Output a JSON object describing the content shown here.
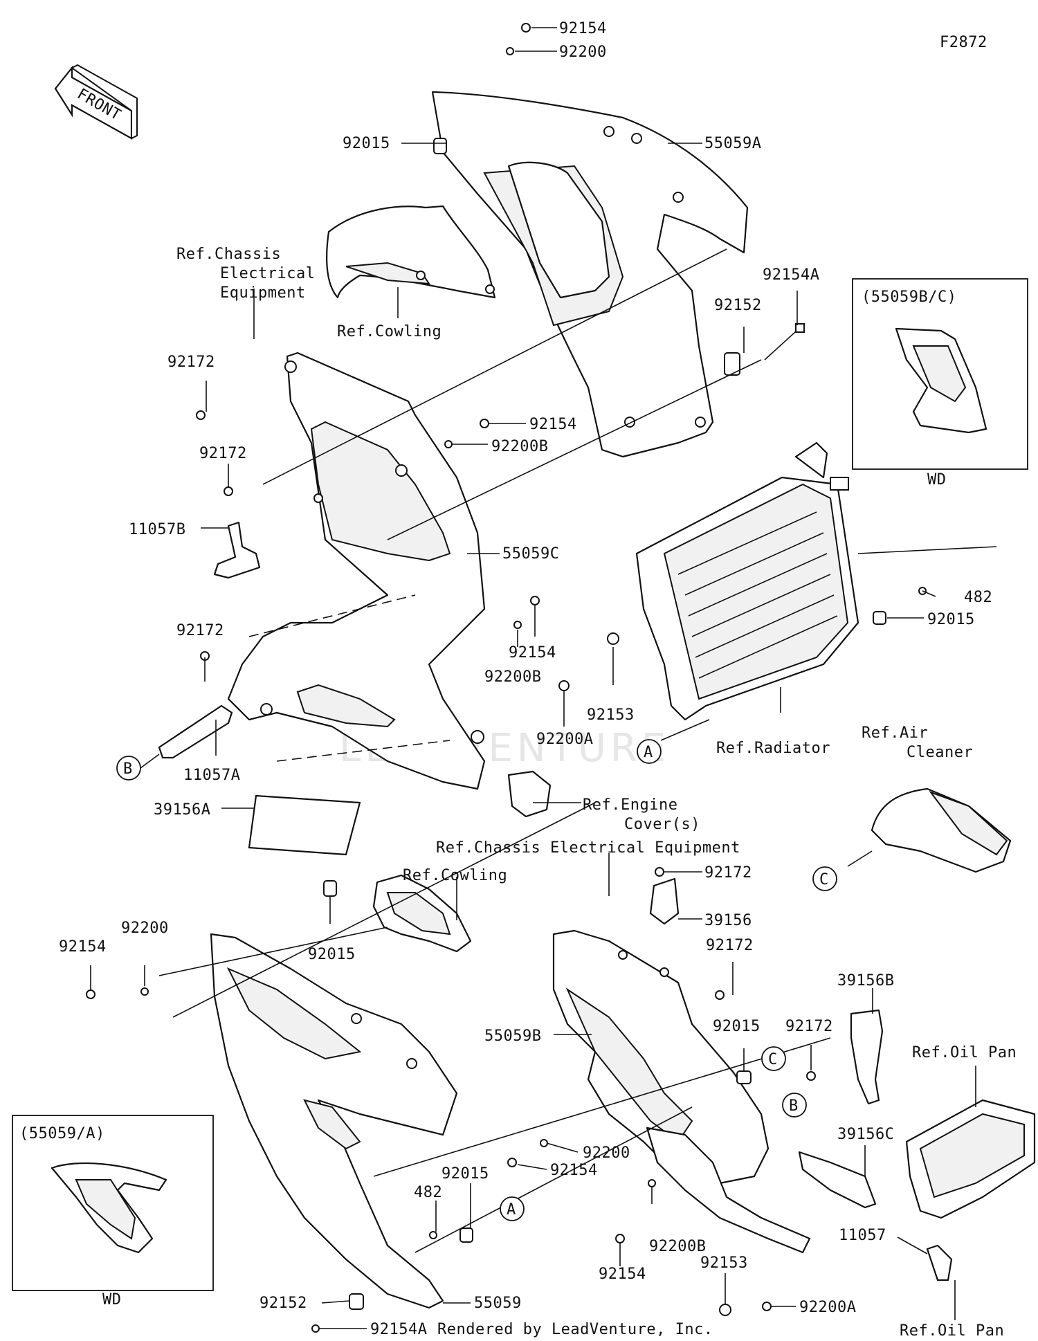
{
  "figure_code": "F2872",
  "front_arrow_text": "FRONT",
  "watermark": "LEADVENTURE",
  "footer": "Rendered by LeadVenture, Inc.",
  "insets": [
    {
      "title": "(55059B/C)",
      "caption": "WD"
    },
    {
      "title": "(55059/A)",
      "caption": "WD"
    }
  ],
  "callouts": [
    "A",
    "B",
    "C"
  ],
  "labels": {
    "p92154_top": "92154",
    "p92200_top": "92200",
    "p92015_top": "92015",
    "p55059A": "55059A",
    "ref_chassis_1": "Ref.Chassis",
    "ref_chassis_2": "Electrical",
    "ref_chassis_3": "Equipment",
    "ref_cowling_top": "Ref.Cowling",
    "p92154A_top": "92154A",
    "p92152_top": "92152",
    "p92172_a": "92172",
    "p92172_b": "92172",
    "p92154_mid": "92154",
    "p92200B_mid": "92200B",
    "p11057B": "11057B",
    "p55059C": "55059C",
    "p482_top": "482",
    "p92015_mid": "92015",
    "p92172_c": "92172",
    "p92154_mid2": "92154",
    "p92200B_mid2": "92200B",
    "p92153_mid": "92153",
    "p92200A_mid": "92200A",
    "ref_radiator": "Ref.Radiator",
    "ref_air_1": "Ref.Air",
    "ref_air_2": "Cleaner",
    "p11057A": "11057A",
    "p39156A": "39156A",
    "ref_engine_1": "Ref.Engine",
    "ref_engine_2": "Cover(s)",
    "ref_chassis_full": "Ref.Chassis Electrical Equipment",
    "ref_cowling_low": "Ref.Cowling",
    "p92172_d": "92172",
    "p39156": "39156",
    "p92200_low": "92200",
    "p92154_low": "92154",
    "p92015_low": "92015",
    "p92172_e": "92172",
    "p39156B": "39156B",
    "p55059B": "55059B",
    "p92015_low2": "92015",
    "p92172_f": "92172",
    "ref_oil_pan_top": "Ref.Oil Pan",
    "p92200_low2": "92200",
    "p92154_low2": "92154",
    "p39156C": "39156C",
    "p92015_low3": "92015",
    "p482_low": "482",
    "p92200B_low": "92200B",
    "p92154_low3": "92154",
    "p11057": "11057",
    "p92152_low": "92152",
    "p55059": "55059",
    "p92153_low": "92153",
    "p92200A_low": "92200A",
    "p92154A_low": "92154A",
    "ref_oil_pan_low": "Ref.Oil Pan"
  }
}
